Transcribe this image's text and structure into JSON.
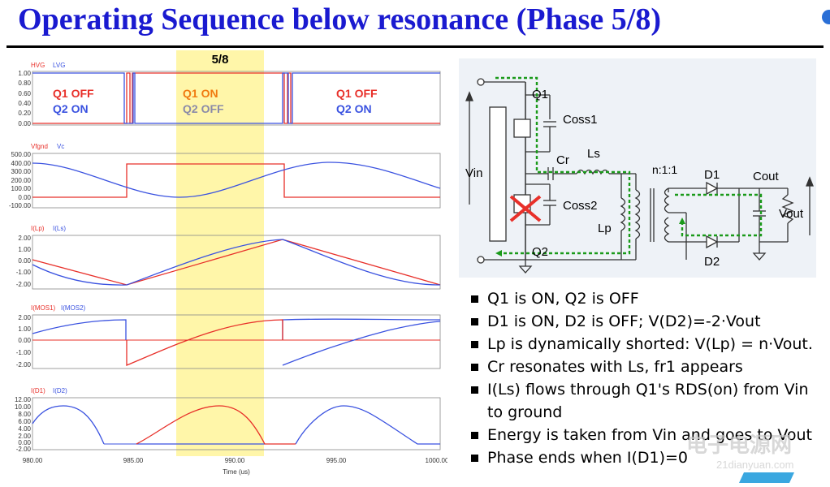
{
  "title": "Operating Sequence below resonance (Phase 5/8)",
  "phase_label": "5/8",
  "sim": {
    "panels": [
      {
        "legend": [
          "HVG",
          "LVG"
        ],
        "yticks": [
          "1.00",
          "0.80",
          "0.60",
          "0.40",
          "0.20",
          "0.00"
        ],
        "annotations": [
          {
            "text": "Q1 OFF",
            "color": "#e8302a"
          },
          {
            "text": "Q2 ON",
            "color": "#3a52e0"
          },
          {
            "text": "Q1 ON",
            "color": "#f07a10"
          },
          {
            "text": "Q2 OFF",
            "color": "#8a8aa8"
          },
          {
            "text": "Q1 OFF",
            "color": "#e8302a"
          },
          {
            "text": "Q2 ON",
            "color": "#3a52e0"
          }
        ]
      },
      {
        "legend": [
          "Vfgnd",
          "Vc"
        ],
        "yticks": [
          "500.00",
          "400.00",
          "300.00",
          "200.00",
          "100.00",
          "0.00",
          "-100.00"
        ]
      },
      {
        "legend": [
          "I(Lp)",
          "I(Ls)"
        ],
        "yticks": [
          "2.00",
          "1.00",
          "0.00",
          "-1.00",
          "-2.00"
        ]
      },
      {
        "legend": [
          "I(MOS1)",
          "I(MOS2)"
        ],
        "yticks": [
          "2.00",
          "1.00",
          "0.00",
          "-1.00",
          "-2.00"
        ]
      },
      {
        "legend": [
          "I(D1)",
          "I(D2)"
        ],
        "yticks": [
          "12.00",
          "10.00",
          "8.00",
          "6.00",
          "4.00",
          "2.00",
          "0.00",
          "-2.00"
        ]
      }
    ],
    "xticks": [
      "980.00",
      "985.00",
      "990.00",
      "995.00",
      "1000.00"
    ],
    "xlabel": "Time (us)"
  },
  "circuit": {
    "labels": {
      "vin": "Vin",
      "q1": "Q1",
      "q2": "Q2",
      "coss1": "Coss1",
      "coss2": "Coss2",
      "cr": "Cr",
      "ls": "Ls",
      "lp": "Lp",
      "ratio": "n:1:1",
      "d1": "D1",
      "d2": "D2",
      "cout": "Cout",
      "vout": "Vout"
    }
  },
  "bullets": [
    "Q1 is ON, Q2 is OFF",
    "D1 is ON, D2 is OFF; V(D2)=-2·Vout",
    "Lp is dynamically shorted: V(Lp) = n·Vout.",
    "Cr resonates with Ls, fr1 appears",
    "I(Ls) flows through Q1's RDS(on) from Vin",
    "to ground",
    "Energy is taken from Vin and goes to Vout",
    "Phase ends when I(D1)=0"
  ],
  "watermark": {
    "text": "电子电源网",
    "sub": "21dianyuan.com"
  },
  "colors": {
    "title": "#1a1ad0",
    "red": "#e8302a",
    "blue": "#3a52e0",
    "highlight": "#fff59a",
    "flow": "#1a9a1a"
  }
}
